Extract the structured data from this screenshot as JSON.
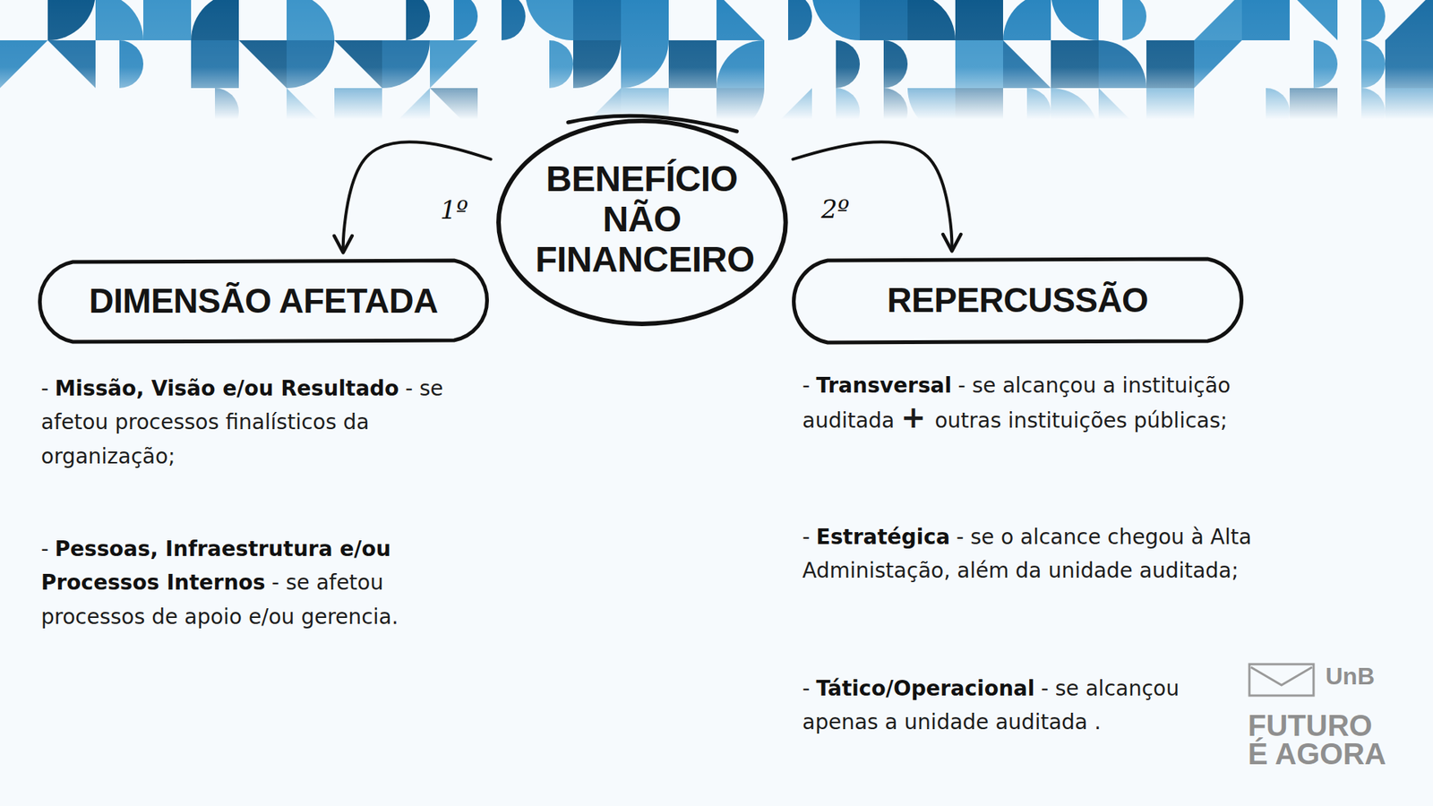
{
  "diagram": {
    "nodes": [
      {
        "text": [
          "BENEFÍCIO NÃO FINANCEIRO"
        ]
      },
      {
        "text": [
          "DIMENSÃO AFETADA"
        ]
      },
      {
        "text": [
          "REPERCUSSÃO"
        ]
      }
    ],
    "edges": [
      {
        "from": 0,
        "to": 1,
        "label": "1º",
        "arrow": "to"
      },
      {
        "from": 0,
        "to": 2,
        "label": "2º",
        "arrow": "to"
      }
    ],
    "labels": [
      "-",
      "Missão, Visão e/ou Resultado",
      "- se afetou processos finalísticos da organização;",
      "-",
      "Pessoas, Infraestrutura e/ou Processos Internos",
      "- se afetou processos de apoio e/ou gerencia.",
      "-",
      "Transversal",
      "- se alcançou a instituição auditada",
      "+",
      "outras instituições públicas;",
      "-",
      "Estratégica",
      "- se o alcance chegou à Alta Administação, além da unidade auditada;",
      "-",
      "Tático/Operacional",
      "- se alcançou apenas a unidade auditada .",
      "UnB",
      "FUTURO",
      "É AGORA"
    ]
  }
}
